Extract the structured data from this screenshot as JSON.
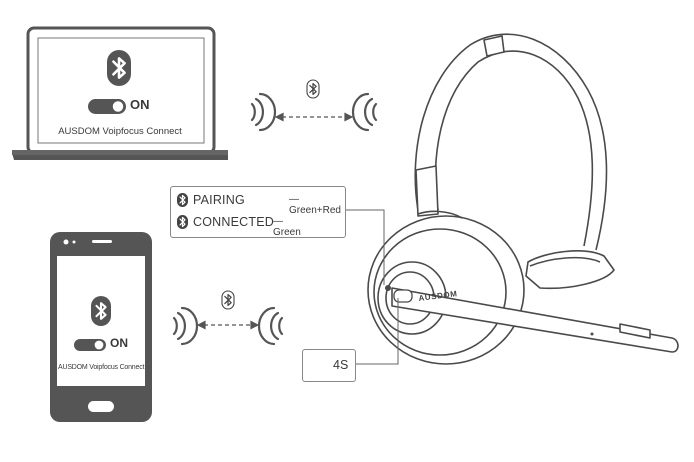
{
  "laptop": {
    "power_state": "ON",
    "device_name": "AUSDOM Voipfocus Connect"
  },
  "phone": {
    "power_state": "ON",
    "device_name": "AUSDOM Voipfocus Connect"
  },
  "legend": {
    "pairing_label": "PAIRING",
    "pairing_color": "— Green+Red",
    "connected_label": "CONNECTED",
    "connected_color": "— Green"
  },
  "button_hold": "4S",
  "headset_brand": "AUSDOM",
  "icons": [
    "bluetooth-icon",
    "wireless-signal-icon",
    "finger-press-icon",
    "headset-icon",
    "laptop-icon",
    "smartphone-icon",
    "toggle-switch-icon"
  ]
}
